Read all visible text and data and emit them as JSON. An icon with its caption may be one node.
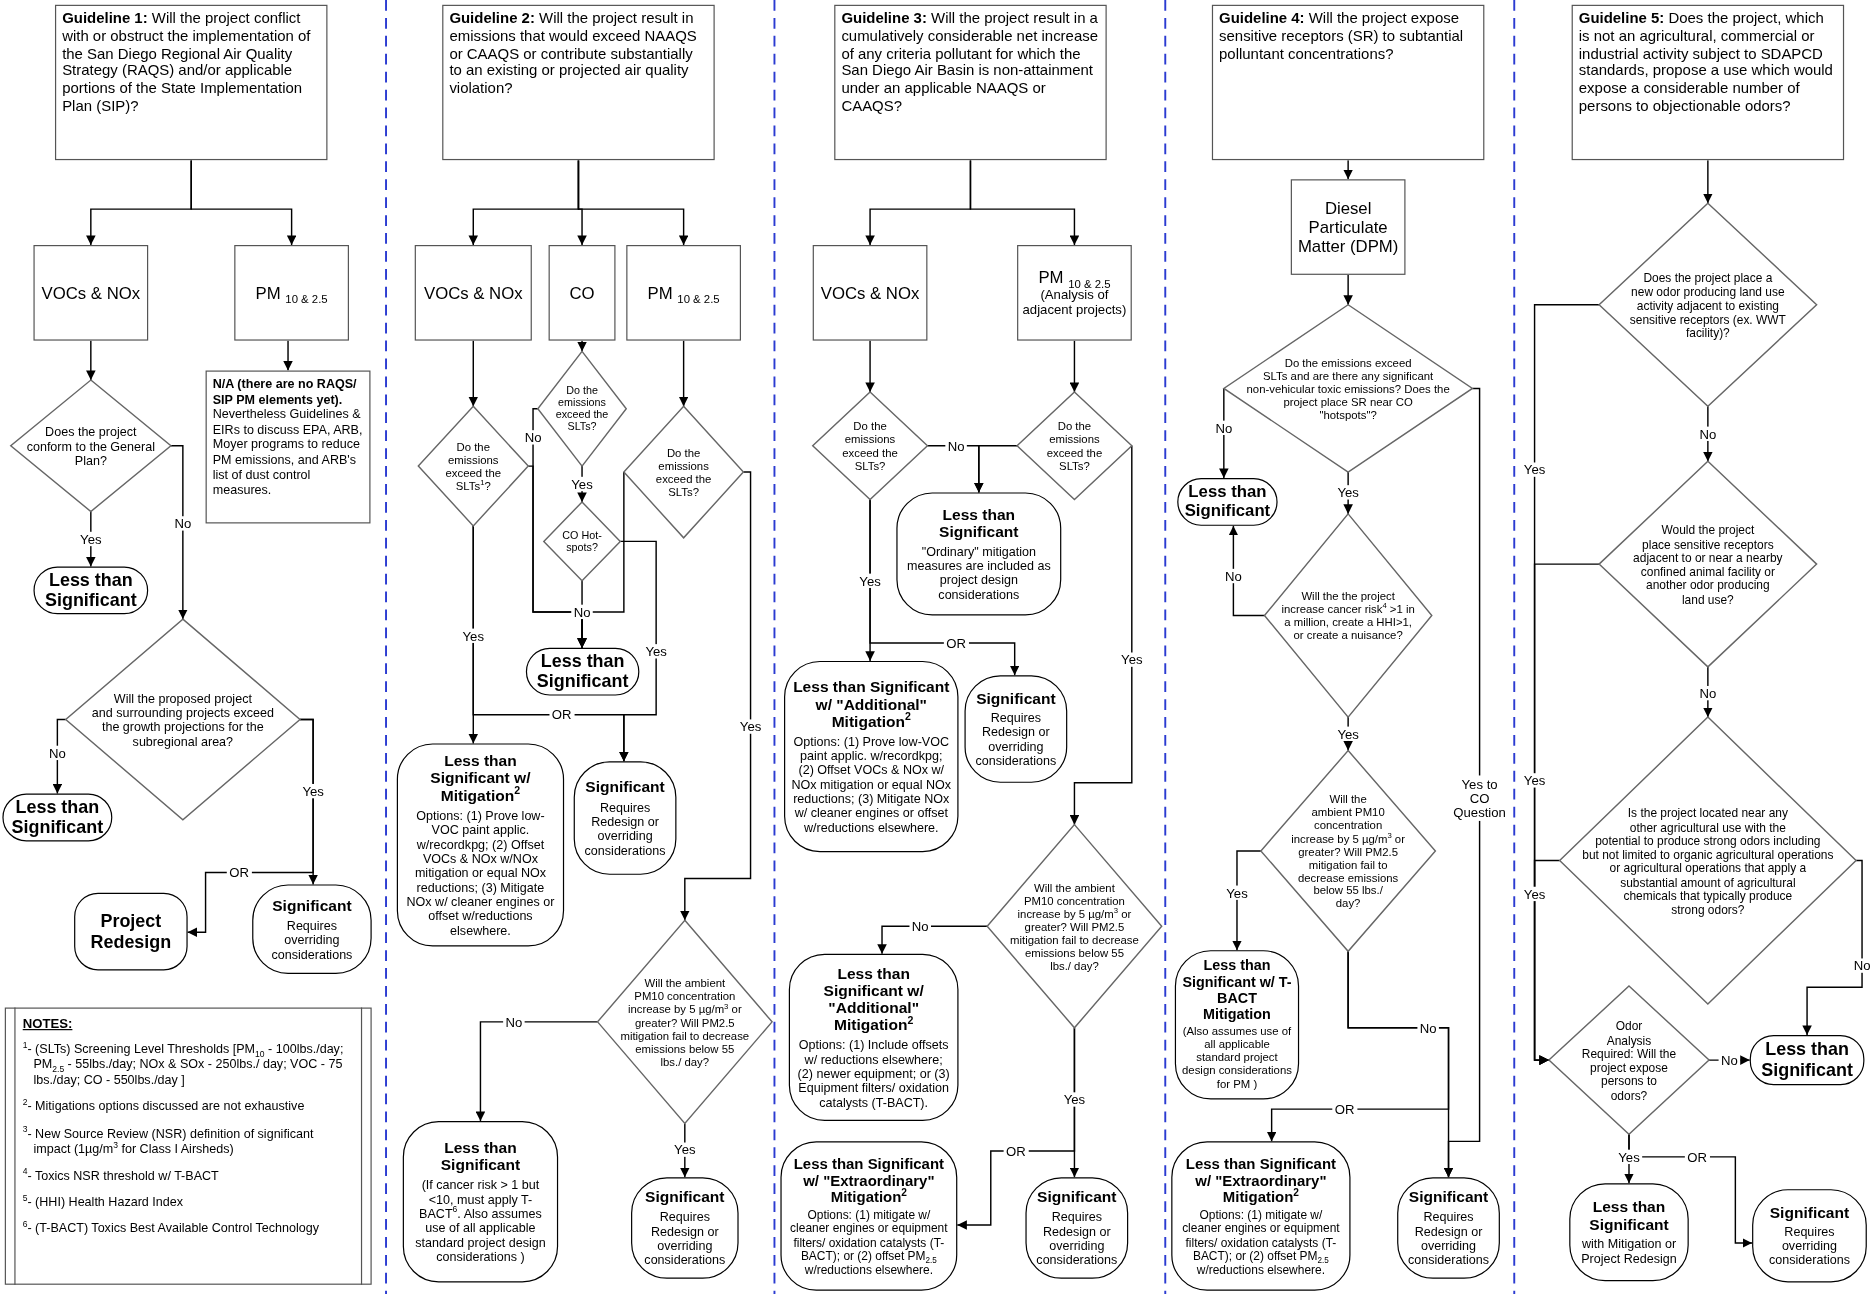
{
  "diagram": {
    "nodes": [
      {
        "text": [
          "**Guideline 1:** Will the project conflict with or obstruct the implementation of the San Diego Regional Air Quality Strategy (RAQS) and/or applicable portions of the State Implementation Plan (SIP)?"
        ]
      },
      {
        "text": [
          "VOCs & NOx"
        ]
      },
      {
        "text": [
          "PM $_{10 & 2.5}$"
        ]
      },
      {
        "text": [
          "**N/A (there are no RAQS/ SIP PM elements yet).** Nevertheless Guidelines & EIRs to discuss EPA, ARB, Moyer programs to reduce PM emissions, and ARB's list of dust control measures."
        ]
      },
      {
        "text": [
          "Does the project conform to the General Plan?"
        ]
      },
      {
        "text": [
          "Less than Significant"
        ]
      },
      {
        "text": [
          "Will the proposed project and surrounding projects exceed the growth projections for the subregional area?"
        ]
      },
      {
        "text": [
          "Less than Significant"
        ]
      },
      {
        "text": [
          "Project Redesign"
        ]
      },
      {
        "text": [
          "Significant",
          "Requires overriding considerations"
        ]
      },
      {
        "text": [
          "NOTES:",
          "$^{1}$- (SLTs) Screening Level Thresholds [PM$_{10}$ - 100lbs./day; PM$_{2.5}$ - 55lbs./day; NOx & SOx - 250lbs./ day; VOC - 75 lbs./day; CO - 550lbs./day ]",
          "$^{2}$- Mitigations options discussed are not exhaustive",
          "$^{3}$- New Source Review (NSR) definition of significant impact (1µg/m$^{3}$ for Class I Airsheds)",
          "$^{4}$- Toxics NSR threshold w/ T-BACT",
          "$^{5}$- (HHI) Health Hazard Index",
          "$^{6}$- (T-BACT) Toxics Best Available Control Technology"
        ]
      },
      {
        "text": [
          "**Guideline 2:** Will the project result in emissions that would exceed NAAQS or CAAQS or contribute substantially to an existing or projected air quality violation?"
        ]
      },
      {
        "text": [
          "VOCs & NOx"
        ]
      },
      {
        "text": [
          "CO"
        ]
      },
      {
        "text": [
          "PM $_{10 & 2.5}$"
        ]
      },
      {
        "text": [
          "Do the emissions exceed the SLTs$^{1}$?"
        ]
      },
      {
        "text": [
          "Do the emissions exceed the SLTs?"
        ]
      },
      {
        "text": [
          "Do the emissions exceed the SLTs?"
        ]
      },
      {
        "text": [
          "CO Hot-spots?"
        ]
      },
      {
        "text": [
          "Less than Significant"
        ]
      },
      {
        "text": [
          "Less than Significant w/ Mitigation$^{2}$",
          "Options: (1) Prove low-VOC paint applic. w/recordkpg; (2) Offset VOCs & NOx w/NOx mitigation or equal NOx reductions; (3) Mitigate NOx w/ cleaner engines or offset w/reductions elsewhere."
        ]
      },
      {
        "text": [
          "Significant",
          "Requires Redesign or overriding considerations"
        ]
      },
      {
        "text": [
          "Will the ambient PM10 concentration increase by 5 µg/m$^{3}$ or greater? Will PM2.5 mitigation fail to decrease emissions below 55 lbs./ day?"
        ]
      },
      {
        "text": [
          "Less than Significant",
          "(If cancer risk > 1 but <10, must apply T-BACT$^{6}$. Also assumes use of all applicable standard project design considerations )"
        ]
      },
      {
        "text": [
          "Significant",
          "Requires Redesign or overriding considerations"
        ]
      },
      {
        "text": [
          "**Guideline 3:** Will the project result in a cumulatively considerable net increase of any criteria pollutant for which the San Diego Air Basin is non-attainment under an applicable NAAQS or CAAQS?"
        ]
      },
      {
        "text": [
          "VOCs & NOx"
        ]
      },
      {
        "text": [
          "PM $_{10 & 2.5}$",
          "(Analysis of adjacent projects)"
        ]
      },
      {
        "text": [
          "Do the emissions exceed the SLTs?"
        ]
      },
      {
        "text": [
          "Do the emissions exceed the SLTs?"
        ]
      },
      {
        "text": [
          "Less than Significant",
          "\"Ordinary\" mitigation measures are included as project design considerations"
        ]
      },
      {
        "text": [
          "Less than Significant w/ \"Additional\" Mitigation$^{2}$",
          "Options: (1) Prove low-VOC paint applic. w/recordkpg; (2) Offset VOCs & NOx w/ NOx mitigation or equal NOx reductions; (3) Mitigate NOx w/ cleaner engines or offset w/reductions elsewhere."
        ]
      },
      {
        "text": [
          "Significant",
          "Requires Redesign or overriding considerations"
        ]
      },
      {
        "text": [
          "Will the ambient PM10 concentration increase by 5 µg/m$^{3}$ or greater? Will PM2.5 mitigation fail to decrease emissions below 55 lbs./ day?"
        ]
      },
      {
        "text": [
          "Less than Significant w/ \"Additional\" Mitigation$^{2}$",
          "Options: (1) Include offsets w/ reductions elsewhere; (2) newer equipment; or (3) Equipment filters/ oxidation catalysts (T-BACT)."
        ]
      },
      {
        "text": [
          "Less than Significant w/ \"Extraordinary\" Mitigation$^{2}$",
          "Options: (1) mitigate w/ cleaner engines or equipment filters/ oxidation catalysts (T-BACT); or (2) offset PM$_{2.5}$ w/reductions elsewhere."
        ]
      },
      {
        "text": [
          "Significant",
          "Requires Redesign or overriding considerations"
        ]
      },
      {
        "text": [
          "**Guideline 4:** Will the project expose sensitive receptors (SR) to subtantial polluntant concentrations?"
        ]
      },
      {
        "text": [
          "Diesel Particulate Matter (DPM)"
        ]
      },
      {
        "text": [
          "Do the emissions exceed SLTs and are there any significant non-vehicular toxic emissions? Does the project place SR near CO \"hotspots\"?"
        ]
      },
      {
        "text": [
          "Less than Significant"
        ]
      },
      {
        "text": [
          "Will the the project increase cancer risk$^{4}$ >1 in a million, create a HHI>1, or create a nuisance?"
        ]
      },
      {
        "text": [
          "Will the ambient PM10 concentration increase by 5 µg/m$^{3}$ or greater? Will PM2.5 mitigation fail to decrease emissions below 55 lbs./ day?"
        ]
      },
      {
        "text": [
          "Less than Significant w/ T-BACT Mitigation",
          "(Also assumes use of all applicable standard project design considerations for PM )"
        ]
      },
      {
        "text": [
          "Less than Significant w/ \"Extraordinary\" Mitigation$^{2}$",
          "Options: (1) mitigate w/ cleaner engines or equipment filters/ oxidation catalysts (T-BACT); or (2) offset PM$_{2.5}$ w/reductions elsewhere."
        ]
      },
      {
        "text": [
          "Significant",
          "Requires Redesign or overriding considerations"
        ]
      },
      {
        "text": [
          "**Guideline 5:** Does the project, which is not an agricultural, commercial or industrial activity subject to SDAPCD standards, propose a use which would expose a considerable number of persons to objectionable odors?"
        ]
      },
      {
        "text": [
          "Does the project place a new odor producing land use activity adjacent to existing sensitive receptors (ex. WWT facility)?"
        ]
      },
      {
        "text": [
          "Would the project place sensitive receptors adjacent to or near a nearby confined animal facility or another odor producing land use?"
        ]
      },
      {
        "text": [
          "Is the project located near any other agricultural use with the potential to produce strong odors including but not limited to organic agricultural operations or agricultural operations that apply a substantial amount of agricultural chemicals that typically produce strong odors?"
        ]
      },
      {
        "text": [
          "Odor Analysis Required: Will the project expose persons to odors?"
        ]
      },
      {
        "text": [
          "Less than Significant"
        ]
      },
      {
        "text": [
          "Less than Significant",
          "with Mitigation or Project Redesign"
        ]
      },
      {
        "text": [
          "Significant",
          "Requires overriding considerations"
        ]
      }
    ],
    "edges": [
      {
        "from": 0,
        "to": 1,
        "arrow": "to"
      },
      {
        "from": 0,
        "to": 2,
        "arrow": "to"
      },
      {
        "from": 2,
        "to": 3,
        "arrow": "to"
      },
      {
        "from": 1,
        "to": 4,
        "arrow": "to"
      },
      {
        "from": 4,
        "to": 5,
        "arrow": "to",
        "label": "Yes"
      },
      {
        "from": 4,
        "to": 6,
        "arrow": "to",
        "label": "No"
      },
      {
        "from": 6,
        "to": 7,
        "arrow": "to",
        "label": "No"
      },
      {
        "from": 6,
        "to": 9,
        "arrow": "to",
        "label": "Yes"
      },
      {
        "from": 6,
        "to": 8,
        "arrow": "to",
        "label": "OR"
      },
      {
        "from": 11,
        "to": 12,
        "arrow": "to"
      },
      {
        "from": 11,
        "to": 13,
        "arrow": "to"
      },
      {
        "from": 11,
        "to": 14,
        "arrow": "to"
      },
      {
        "from": 12,
        "to": 15,
        "arrow": "to"
      },
      {
        "from": 13,
        "to": 16,
        "arrow": "to"
      },
      {
        "from": 16,
        "to": 18,
        "arrow": "to",
        "label": "Yes"
      },
      {
        "from": 14,
        "to": 17,
        "arrow": "to"
      },
      {
        "from": 15,
        "to": 19,
        "arrow": "to"
      },
      {
        "from": 16,
        "to": 19,
        "arrow": "to",
        "label": "No"
      },
      {
        "from": 18,
        "to": 19,
        "arrow": "to",
        "label": "No"
      },
      {
        "from": 17,
        "to": 19,
        "arrow": "to"
      },
      {
        "from": 18,
        "to": 21,
        "arrow": "to",
        "label": "Yes"
      },
      {
        "from": 15,
        "to": 20,
        "arrow": "to",
        "label": "Yes"
      },
      {
        "from": 15,
        "to": 21,
        "arrow": "to",
        "label": "OR"
      },
      {
        "from": 17,
        "to": 22,
        "arrow": "to",
        "label": "Yes"
      },
      {
        "from": 22,
        "to": 23,
        "arrow": "to",
        "label": "No"
      },
      {
        "from": 22,
        "to": 24,
        "arrow": "to",
        "label": "Yes"
      },
      {
        "from": 25,
        "to": 26,
        "arrow": "to"
      },
      {
        "from": 25,
        "to": 27,
        "arrow": "to"
      },
      {
        "from": 26,
        "to": 28,
        "arrow": "to"
      },
      {
        "from": 27,
        "to": 29,
        "arrow": "to"
      },
      {
        "from": 28,
        "to": 30,
        "arrow": "to",
        "label": "No"
      },
      {
        "from": 29,
        "to": 30,
        "arrow": "to"
      },
      {
        "from": 28,
        "to": 31,
        "arrow": "to",
        "label": "Yes"
      },
      {
        "from": 28,
        "to": 32,
        "arrow": "to",
        "label": "OR"
      },
      {
        "from": 29,
        "to": 33,
        "arrow": "to",
        "label": "Yes"
      },
      {
        "from": 33,
        "to": 34,
        "arrow": "to",
        "label": "No"
      },
      {
        "from": 33,
        "to": 36,
        "arrow": "to",
        "label": "Yes"
      },
      {
        "from": 33,
        "to": 35,
        "arrow": "to",
        "label": "OR"
      },
      {
        "from": 37,
        "to": 38,
        "arrow": "to"
      },
      {
        "from": 38,
        "to": 39,
        "arrow": "to"
      },
      {
        "from": 39,
        "to": 40,
        "arrow": "to",
        "label": "No"
      },
      {
        "from": 39,
        "to": 41,
        "arrow": "to",
        "label": "Yes"
      },
      {
        "from": 41,
        "to": 40,
        "arrow": "to",
        "label": "No"
      },
      {
        "from": 41,
        "to": 42,
        "arrow": "to",
        "label": "Yes"
      },
      {
        "from": 42,
        "to": 43,
        "arrow": "to",
        "label": "Yes"
      },
      {
        "from": 42,
        "to": 45,
        "arrow": "to",
        "label": "No"
      },
      {
        "from": 42,
        "to": 44,
        "arrow": "to",
        "label": "OR"
      },
      {
        "from": 39,
        "to": 45,
        "arrow": "to",
        "label": "Yes to CO Question"
      },
      {
        "from": 46,
        "to": 47,
        "arrow": "to"
      },
      {
        "from": 47,
        "to": 48,
        "arrow": "to",
        "label": "No"
      },
      {
        "from": 48,
        "to": 49,
        "arrow": "to",
        "label": "No"
      },
      {
        "from": 47,
        "to": 50,
        "arrow": "to",
        "label": "Yes"
      },
      {
        "from": 48,
        "to": 50,
        "arrow": "to",
        "label": "Yes"
      },
      {
        "from": 49,
        "to": 50,
        "arrow": "to",
        "label": "Yes"
      },
      {
        "from": 49,
        "to": 51,
        "arrow": "to",
        "label": "No"
      },
      {
        "from": 50,
        "to": 51,
        "arrow": "to",
        "label": "No"
      },
      {
        "from": 50,
        "to": 52,
        "arrow": "to",
        "label": "Yes"
      },
      {
        "from": 50,
        "to": 53,
        "arrow": "to",
        "label": "OR"
      }
    ]
  }
}
